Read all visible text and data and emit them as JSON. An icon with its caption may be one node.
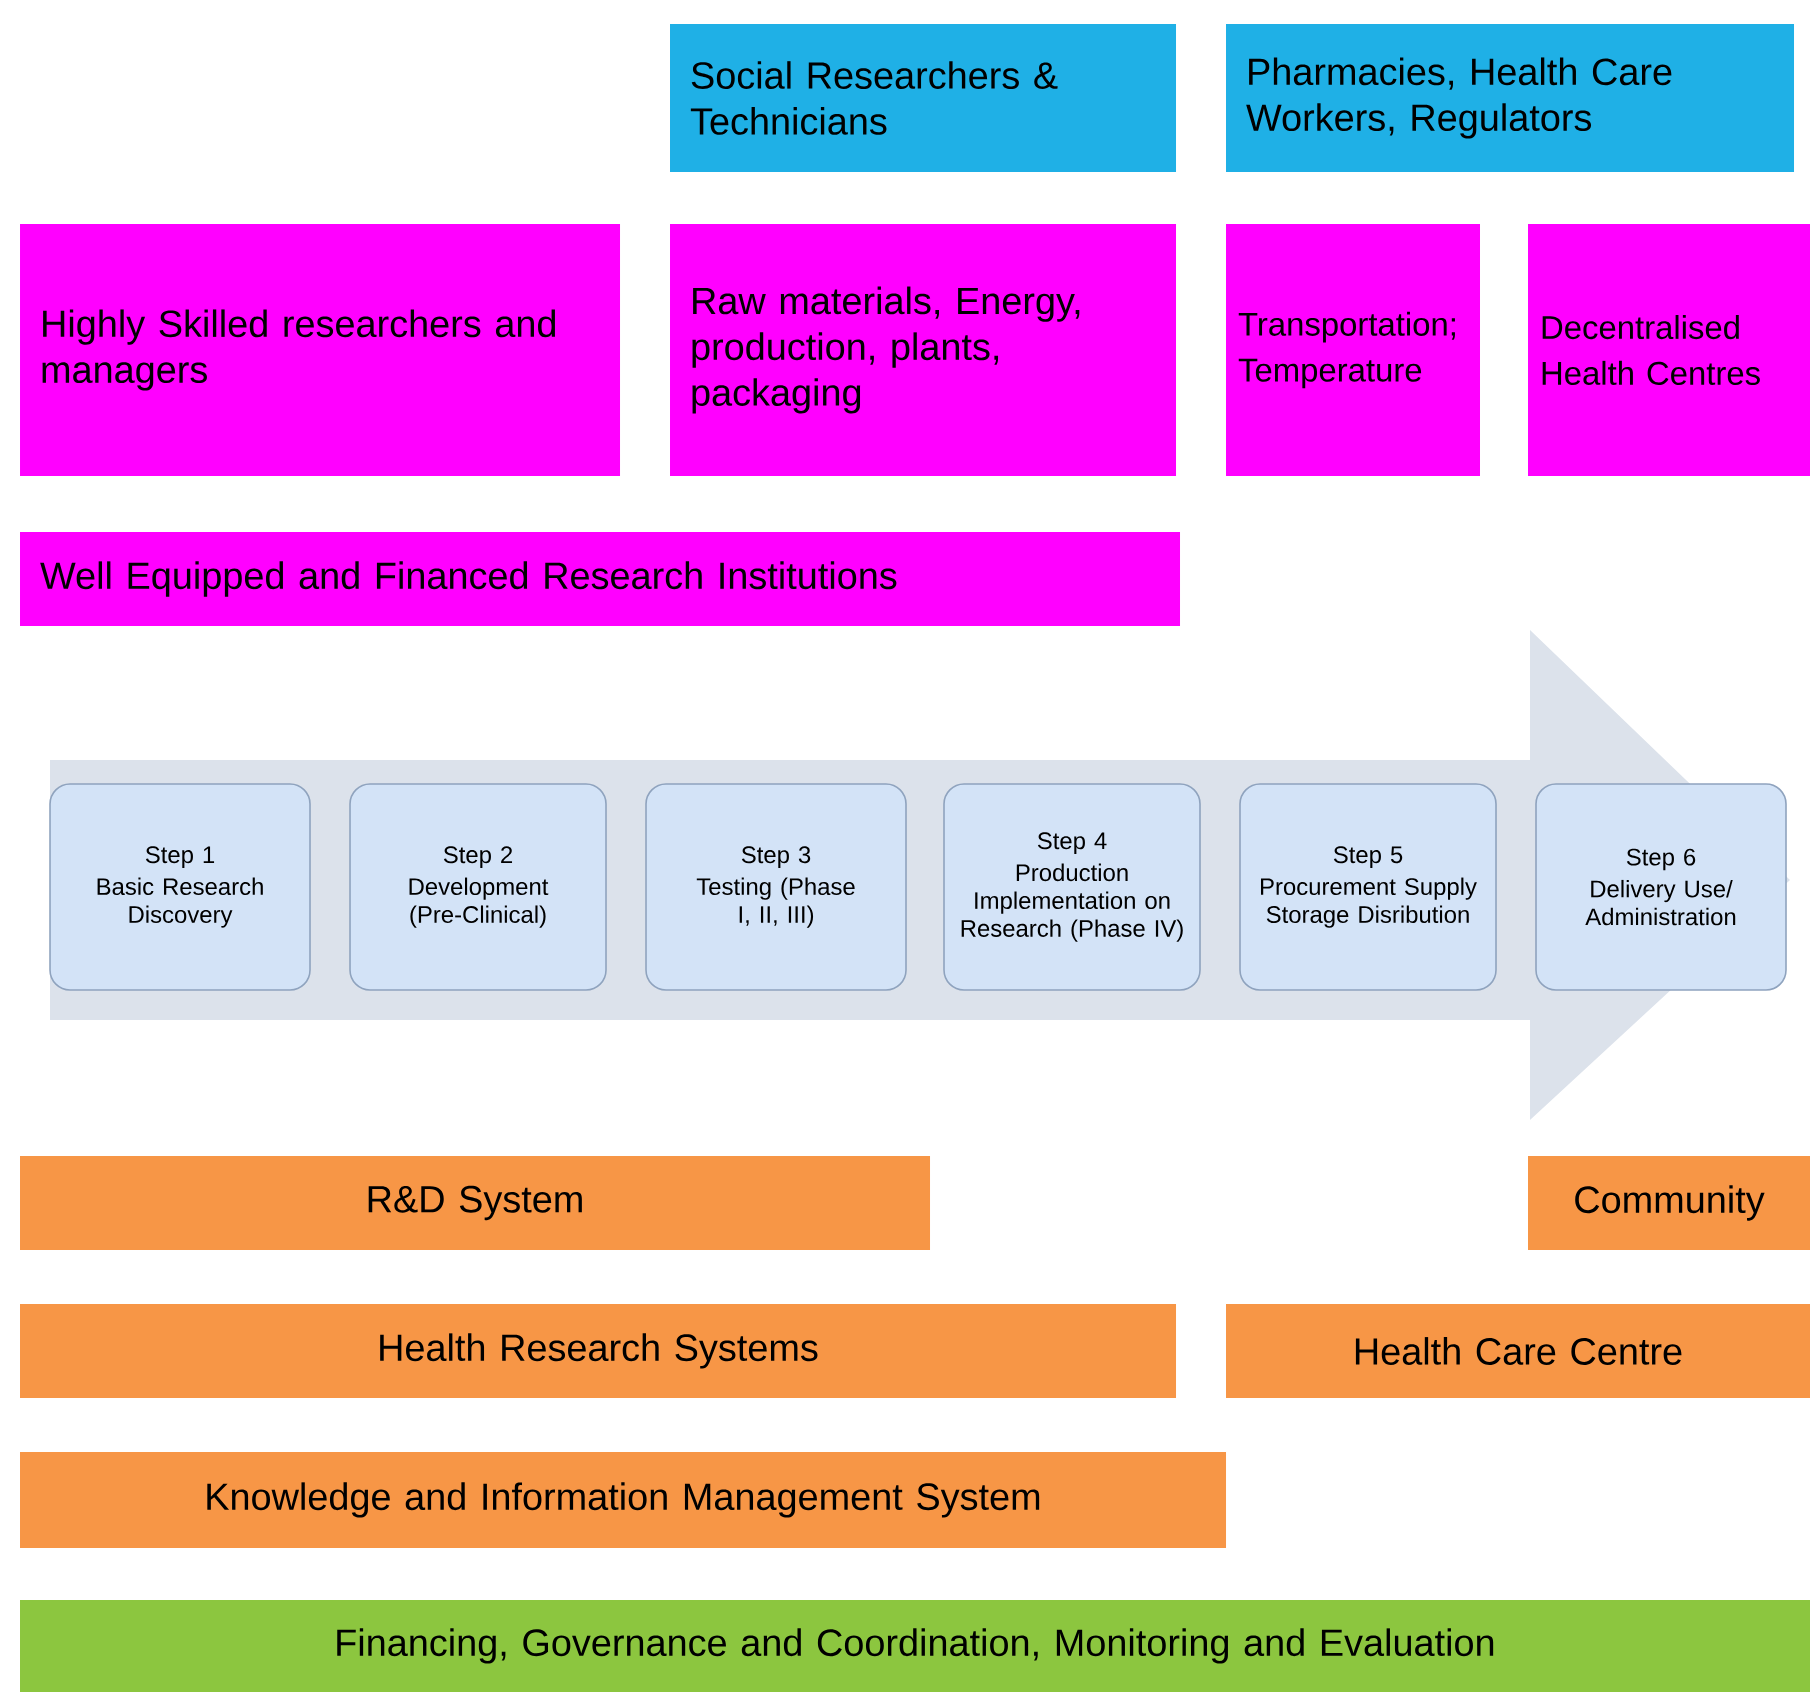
{
  "diagram": {
    "nodes": [
      {
        "text": [
          "Social Researchers & Technicians"
        ]
      },
      {
        "text": [
          "Pharmacies, Health Care Workers, Regulators"
        ]
      },
      {
        "text": [
          "Highly Skilled researchers and managers"
        ]
      },
      {
        "text": [
          "Raw materials, Energy, production, plants, packaging"
        ]
      },
      {
        "text": [
          "Transportation; Temperature"
        ]
      },
      {
        "text": [
          "Decentralised Health Centres"
        ]
      },
      {
        "text": [
          "Well Equipped and Financed Research Institutions"
        ]
      },
      {
        "text": [],
        "shape": "arrow"
      },
      {
        "text": [
          "Step 1",
          "Basic Research Discovery"
        ],
        "in": 7
      },
      {
        "text": [
          "Step 2",
          "Development (Pre-Clinical)"
        ],
        "in": 7
      },
      {
        "text": [
          "Step 3",
          "Testing (Phase I, II, III)"
        ],
        "in": 7
      },
      {
        "text": [
          "Step 4",
          "Production Implementation on Research (Phase IV)"
        ],
        "in": 7
      },
      {
        "text": [
          "Step 5",
          "Procurement Supply Storage Disribution"
        ],
        "in": 7
      },
      {
        "text": [
          "Step 6",
          "Delivery Use/ Administration"
        ],
        "in": 7
      },
      {
        "text": [
          "R&D System"
        ]
      },
      {
        "text": [
          "Community"
        ]
      },
      {
        "text": [
          "Health Research Systems"
        ]
      },
      {
        "text": [
          "Health Care Centre"
        ]
      },
      {
        "text": [
          "Knowledge and Information Management System"
        ]
      },
      {
        "text": [
          "Financing, Governance and Coordination, Monitoring and Evaluation"
        ]
      }
    ]
  }
}
